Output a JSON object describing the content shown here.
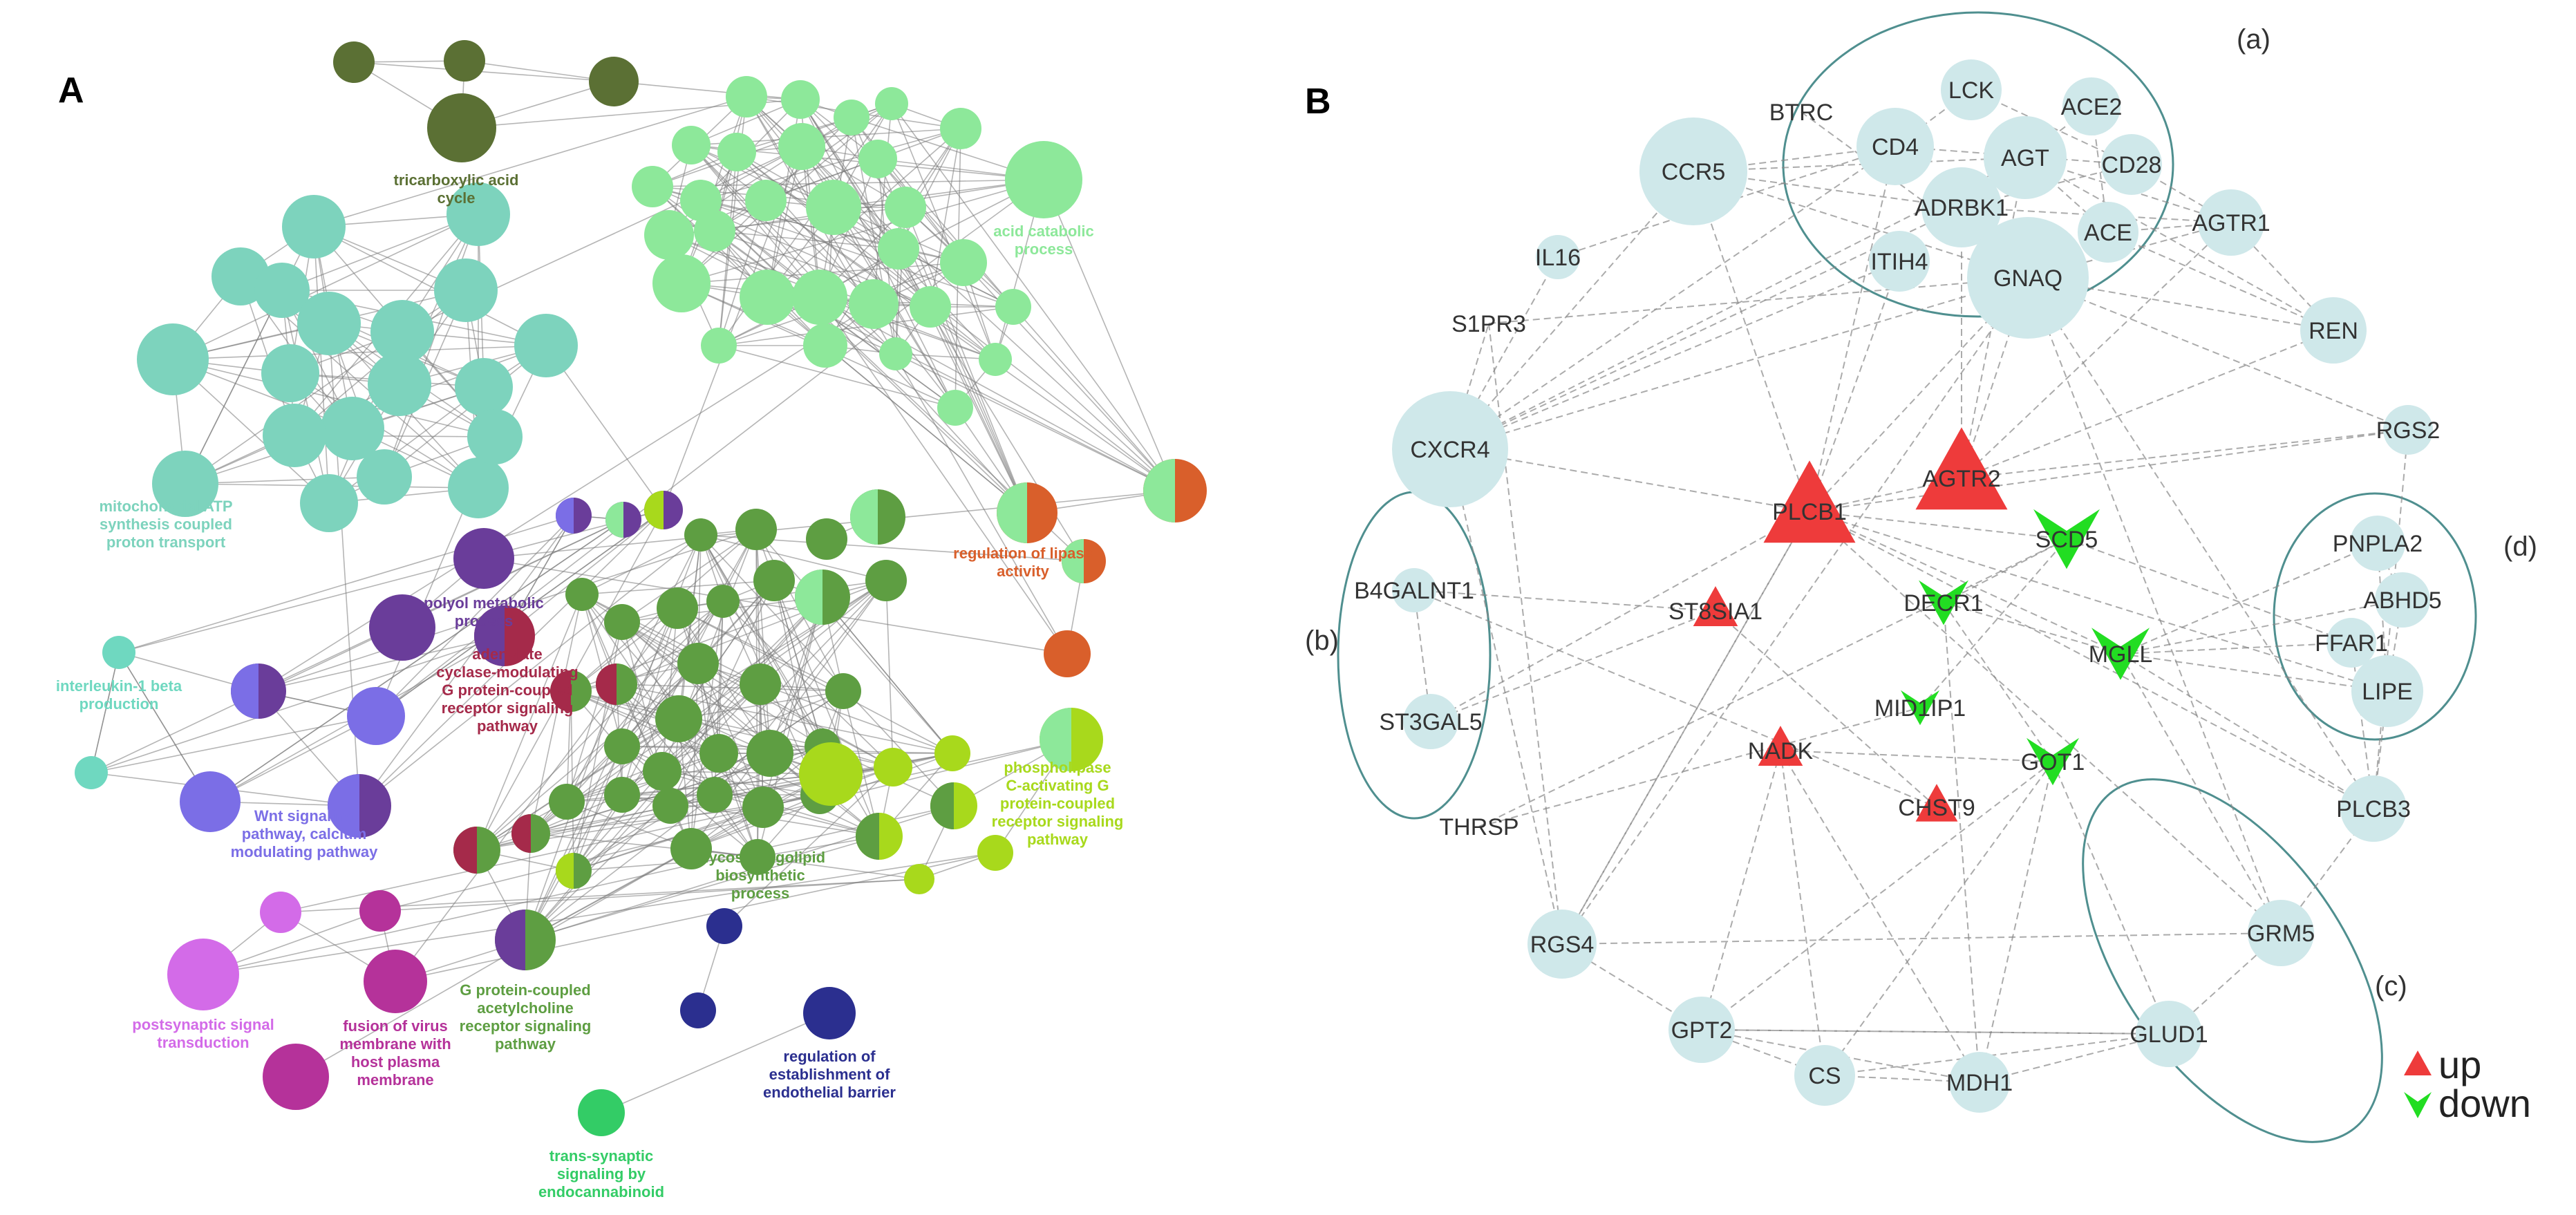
{
  "panels": [
    "A",
    "B"
  ],
  "panel_a": {
    "clusters": [
      {
        "key": "tca",
        "label": [
          "tricarboxylic acid",
          "cycle"
        ],
        "color": "#5b7034"
      },
      {
        "key": "atp",
        "label": [
          "mitochondrial ATP",
          "synthesis coupled",
          "proton transport"
        ],
        "color": "#7dd3bd"
      },
      {
        "key": "acid",
        "label": [
          "acid catabolic",
          "process"
        ],
        "color": "#8de89a"
      },
      {
        "key": "lipase",
        "label": [
          "regulation of lipase",
          "activity"
        ],
        "color": "#d95f2b"
      },
      {
        "key": "polyol",
        "label": [
          "polyol metabolic",
          "process"
        ],
        "color": "#6a3d9a"
      },
      {
        "key": "adenylate",
        "label": [
          "adenylate",
          "cyclase-modulating",
          "G protein-coupled",
          "receptor signaling",
          "pathway"
        ],
        "color": "#a52a4a"
      },
      {
        "key": "il1",
        "label": [
          "interleukin-1 beta",
          "production"
        ],
        "color": "#6fd8c0"
      },
      {
        "key": "wnt",
        "label": [
          "Wnt signaling",
          "pathway, calcium",
          "modulating pathway"
        ],
        "color": "#7b6ee6"
      },
      {
        "key": "glyco",
        "label": [
          "glycosphingolipid",
          "biosynthetic",
          "process"
        ],
        "color": "#5e9e42"
      },
      {
        "key": "plc",
        "label": [
          "phospholipase",
          "C-activating G",
          "protein-coupled",
          "receptor signaling",
          "pathway"
        ],
        "color": "#a8d91c"
      },
      {
        "key": "postsyn",
        "label": [
          "postsynaptic signal",
          "transduction"
        ],
        "color": "#d36be8"
      },
      {
        "key": "fusion",
        "label": [
          "fusion of virus",
          "membrane with",
          "host plasma",
          "membrane"
        ],
        "color": "#b5329a"
      },
      {
        "key": "gpcr_ach",
        "label": [
          "G protein-coupled",
          "acetylcholine",
          "receptor signaling",
          "pathway"
        ],
        "color": "#5e9e42"
      },
      {
        "key": "endo",
        "label": [
          "regulation of",
          "establishment of",
          "endothelial barrier"
        ],
        "color": "#2b2f8f"
      },
      {
        "key": "transsyn",
        "label": [
          "trans-synaptic",
          "signaling by",
          "endocannabinoid"
        ],
        "color": "#33cc66"
      }
    ]
  },
  "panel_b": {
    "modules": [
      "(a)",
      "(b)",
      "(c)",
      "(d)"
    ],
    "genes": [
      {
        "name": "LCK",
        "shape": "circle",
        "r": 44
      },
      {
        "name": "ACE2",
        "shape": "circle",
        "r": 42
      },
      {
        "name": "BTRC",
        "shape": "circle",
        "r": 0
      },
      {
        "name": "CD4",
        "shape": "circle",
        "r": 56
      },
      {
        "name": "AGT",
        "shape": "circle",
        "r": 60
      },
      {
        "name": "CD28",
        "shape": "circle",
        "r": 44
      },
      {
        "name": "CCR5",
        "shape": "circle",
        "r": 78
      },
      {
        "name": "ADRBK1",
        "shape": "circle",
        "r": 58
      },
      {
        "name": "ACE",
        "shape": "circle",
        "r": 44
      },
      {
        "name": "AGTR1",
        "shape": "circle",
        "r": 48
      },
      {
        "name": "IL16",
        "shape": "circle",
        "r": 32
      },
      {
        "name": "ITIH4",
        "shape": "circle",
        "r": 44
      },
      {
        "name": "GNAQ",
        "shape": "circle",
        "r": 88
      },
      {
        "name": "S1PR3",
        "shape": "circle",
        "r": 0
      },
      {
        "name": "REN",
        "shape": "circle",
        "r": 48
      },
      {
        "name": "RGS2",
        "shape": "circle",
        "r": 36
      },
      {
        "name": "CXCR4",
        "shape": "circle",
        "r": 84
      },
      {
        "name": "AGTR2",
        "shape": "up",
        "r": 70
      },
      {
        "name": "PLCB1",
        "shape": "up",
        "r": 70
      },
      {
        "name": "SCD5",
        "shape": "down",
        "r": 48
      },
      {
        "name": "B4GALNT1",
        "shape": "circle",
        "r": 32
      },
      {
        "name": "ST8SIA1",
        "shape": "up",
        "r": 34
      },
      {
        "name": "DECR1",
        "shape": "down",
        "r": 36
      },
      {
        "name": "PNPLA2",
        "shape": "circle",
        "r": 40
      },
      {
        "name": "ABHD5",
        "shape": "circle",
        "r": 40
      },
      {
        "name": "MGLL",
        "shape": "down",
        "r": 42
      },
      {
        "name": "FFAR1",
        "shape": "circle",
        "r": 36
      },
      {
        "name": "LIPE",
        "shape": "circle",
        "r": 52
      },
      {
        "name": "ST3GAL5",
        "shape": "circle",
        "r": 40
      },
      {
        "name": "MID1IP1",
        "shape": "down",
        "r": 28
      },
      {
        "name": "NADK",
        "shape": "up",
        "r": 34
      },
      {
        "name": "GOT1",
        "shape": "down",
        "r": 38
      },
      {
        "name": "CHST9",
        "shape": "up",
        "r": 32
      },
      {
        "name": "THRSP",
        "shape": "circle",
        "r": 0
      },
      {
        "name": "PLCB3",
        "shape": "circle",
        "r": 48
      },
      {
        "name": "RGS4",
        "shape": "circle",
        "r": 50
      },
      {
        "name": "GRM5",
        "shape": "circle",
        "r": 48
      },
      {
        "name": "GPT2",
        "shape": "circle",
        "r": 48
      },
      {
        "name": "GLUD1",
        "shape": "circle",
        "r": 48
      },
      {
        "name": "CS",
        "shape": "circle",
        "r": 44
      },
      {
        "name": "MDH1",
        "shape": "circle",
        "r": 44
      }
    ],
    "legend": [
      {
        "label": "up",
        "color": "#ee3b3b"
      },
      {
        "label": "down",
        "color": "#22dd22"
      }
    ],
    "colors": {
      "node": "#cfe8ea",
      "up": "#ee3b3b",
      "down": "#22dd22",
      "edge": "#888888",
      "module": "#4f8f8f"
    }
  }
}
